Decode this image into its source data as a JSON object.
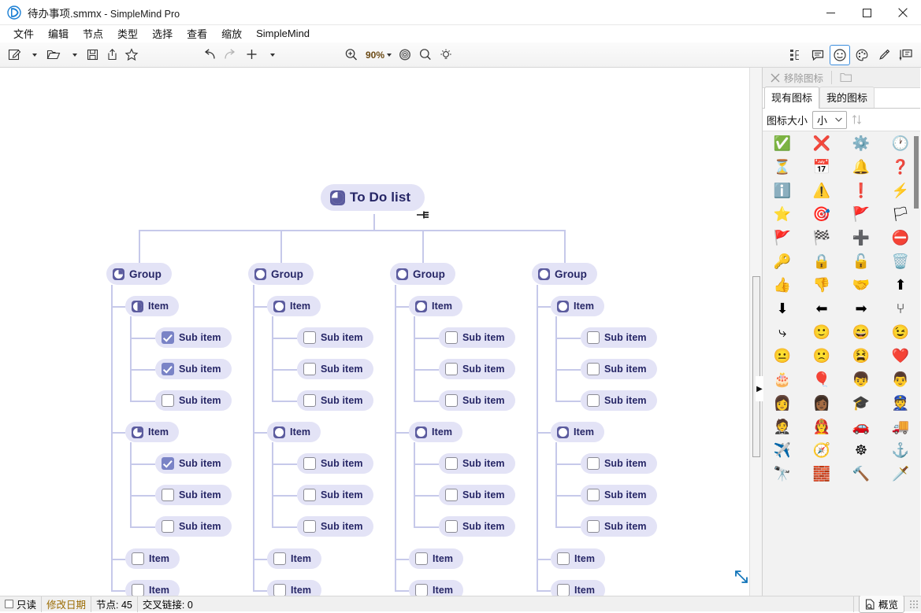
{
  "window": {
    "title_file": "待办事项.smmx",
    "title_sep": " - ",
    "title_app": "SimpleMind Pro",
    "app_icon": "simplemind-logo-icon",
    "minimize": "–",
    "maximize": "□",
    "close": "✕"
  },
  "menubar": {
    "items": [
      {
        "label": "文件",
        "name": "menu-file"
      },
      {
        "label": "编辑",
        "name": "menu-edit"
      },
      {
        "label": "节点",
        "name": "menu-node"
      },
      {
        "label": "类型",
        "name": "menu-type"
      },
      {
        "label": "选择",
        "name": "menu-select"
      },
      {
        "label": "查看",
        "name": "menu-view"
      },
      {
        "label": "缩放",
        "name": "menu-zoom"
      },
      {
        "label": "SimpleMind",
        "name": "menu-simplemind"
      }
    ]
  },
  "toolbar": {
    "zoom_level": "90%",
    "left_tools": [
      {
        "name": "new-document-icon",
        "glyph": "✎"
      },
      {
        "name": "open-folder-icon",
        "glyph": "🗁"
      },
      {
        "name": "save-icon",
        "glyph": "🖫"
      },
      {
        "name": "export-share-icon",
        "glyph": "⭱"
      },
      {
        "name": "favorite-star-icon",
        "glyph": "☆"
      },
      {
        "name": "undo-icon",
        "glyph": "↶"
      },
      {
        "name": "redo-icon",
        "glyph": "↷"
      },
      {
        "name": "add-node-icon",
        "glyph": "✛"
      }
    ],
    "zoom_tools": [
      {
        "name": "zoom-in-icon",
        "glyph": "⌕"
      },
      {
        "name": "zoom-fit-target-icon",
        "glyph": "◎"
      },
      {
        "name": "search-icon",
        "glyph": "⌕"
      },
      {
        "name": "highlight-idea-icon",
        "glyph": "💡"
      }
    ],
    "right_tools": [
      {
        "name": "outline-view-icon",
        "glyph": "⌸"
      },
      {
        "name": "note-icon",
        "glyph": "🗨"
      },
      {
        "name": "icons-panel-icon",
        "glyph": "☺",
        "selected": true
      },
      {
        "name": "palette-icon",
        "glyph": "🎨"
      },
      {
        "name": "style-brush-icon",
        "glyph": "✐"
      },
      {
        "name": "presentation-icon",
        "glyph": "🖳"
      }
    ]
  },
  "panel": {
    "remove_icon_label": "移除图标",
    "folder_icon": "folder-icon",
    "tabs": [
      {
        "label": "现有图标",
        "name": "tab-existing-icons",
        "active": true
      },
      {
        "label": "我的图标",
        "name": "tab-my-icons",
        "active": false
      }
    ],
    "size_label": "图标大小",
    "size_value": "小",
    "sort_icon": "sort-arrows-icon",
    "icons": [
      {
        "name": "check-circle-icon",
        "glyph": "✅"
      },
      {
        "name": "cross-mark-icon",
        "glyph": "❌"
      },
      {
        "name": "gear-icon",
        "glyph": "⚙️"
      },
      {
        "name": "clock-icon",
        "glyph": "🕐"
      },
      {
        "name": "hourglass-icon",
        "glyph": "⏳"
      },
      {
        "name": "calendar-icon",
        "glyph": "📅"
      },
      {
        "name": "bell-icon",
        "glyph": "🔔"
      },
      {
        "name": "question-mark-icon",
        "glyph": "❓"
      },
      {
        "name": "info-icon",
        "glyph": "ℹ️"
      },
      {
        "name": "warning-triangle-icon",
        "glyph": "⚠️"
      },
      {
        "name": "exclamation-diamond-icon",
        "glyph": "❗"
      },
      {
        "name": "lightning-bolt-icon",
        "glyph": "⚡"
      },
      {
        "name": "star-icon",
        "glyph": "⭐"
      },
      {
        "name": "target-dart-icon",
        "glyph": "🎯"
      },
      {
        "name": "green-flag-icon",
        "glyph": "🚩"
      },
      {
        "name": "orange-flag-icon",
        "glyph": "🏳"
      },
      {
        "name": "red-flag-icon",
        "glyph": "🚩"
      },
      {
        "name": "checkered-flag-icon",
        "glyph": "🏁"
      },
      {
        "name": "plus-circle-icon",
        "glyph": "➕"
      },
      {
        "name": "minus-circle-icon",
        "glyph": "⛔"
      },
      {
        "name": "key-icon",
        "glyph": "🔑"
      },
      {
        "name": "lock-closed-icon",
        "glyph": "🔒"
      },
      {
        "name": "lock-open-icon",
        "glyph": "🔓"
      },
      {
        "name": "trash-bin-icon",
        "glyph": "🗑️"
      },
      {
        "name": "thumbs-up-icon",
        "glyph": "👍"
      },
      {
        "name": "thumbs-down-icon",
        "glyph": "👎"
      },
      {
        "name": "handshake-icon",
        "glyph": "🤝"
      },
      {
        "name": "arrow-up-circle-icon",
        "glyph": "⬆"
      },
      {
        "name": "arrow-down-circle-icon",
        "glyph": "⬇"
      },
      {
        "name": "arrow-left-circle-icon",
        "glyph": "⬅"
      },
      {
        "name": "arrow-right-circle-icon",
        "glyph": "➡"
      },
      {
        "name": "split-arrows-icon",
        "glyph": "⑂"
      },
      {
        "name": "merge-arrow-icon",
        "glyph": "⤷"
      },
      {
        "name": "smiley-smile-icon",
        "glyph": "🙂"
      },
      {
        "name": "smiley-grin-icon",
        "glyph": "😄"
      },
      {
        "name": "smiley-wink-icon",
        "glyph": "😉"
      },
      {
        "name": "smiley-neutral-icon",
        "glyph": "😐"
      },
      {
        "name": "smiley-frown-icon",
        "glyph": "🙁"
      },
      {
        "name": "smiley-weary-icon",
        "glyph": "😫"
      },
      {
        "name": "heart-icon",
        "glyph": "❤️"
      },
      {
        "name": "birthday-cake-icon",
        "glyph": "🎂"
      },
      {
        "name": "balloon-icon",
        "glyph": "🎈"
      },
      {
        "name": "person-boy-icon",
        "glyph": "👦"
      },
      {
        "name": "person-man-icon",
        "glyph": "👨"
      },
      {
        "name": "person-woman-red-icon",
        "glyph": "👩"
      },
      {
        "name": "person-woman-icon",
        "glyph": "👩🏾"
      },
      {
        "name": "graduation-cap-icon",
        "glyph": "🎓"
      },
      {
        "name": "police-officer-icon",
        "glyph": "👮"
      },
      {
        "name": "businessman-icon",
        "glyph": "🤵"
      },
      {
        "name": "firefighter-icon",
        "glyph": "👩‍🚒"
      },
      {
        "name": "car-icon",
        "glyph": "🚗"
      },
      {
        "name": "truck-icon",
        "glyph": "🚚"
      },
      {
        "name": "airplane-icon",
        "glyph": "✈️"
      },
      {
        "name": "compass-icon",
        "glyph": "🧭"
      },
      {
        "name": "ship-wheel-icon",
        "glyph": "☸"
      },
      {
        "name": "anchor-icon",
        "glyph": "⚓"
      },
      {
        "name": "binoculars-icon",
        "glyph": "🔭"
      },
      {
        "name": "brick-wall-icon",
        "glyph": "🧱"
      },
      {
        "name": "hammer-icon",
        "glyph": "🔨"
      },
      {
        "name": "sword-icon",
        "glyph": "🗡️"
      }
    ]
  },
  "mindmap": {
    "root": {
      "label": "To Do list",
      "progress": 75
    },
    "groups": [
      {
        "label": "Group",
        "progress": 25,
        "items": [
          {
            "label": "Item",
            "progress": 50,
            "subs": [
              {
                "label": "Sub item",
                "checked": true
              },
              {
                "label": "Sub item",
                "checked": true
              },
              {
                "label": "Sub item",
                "checked": false
              }
            ]
          },
          {
            "label": "Item",
            "progress": 25,
            "subs": [
              {
                "label": "Sub item",
                "checked": true
              },
              {
                "label": "Sub item",
                "checked": false
              },
              {
                "label": "Sub item",
                "checked": false
              }
            ]
          },
          {
            "label": "Item",
            "checkbox": false,
            "subs": []
          },
          {
            "label": "Item",
            "checkbox": false,
            "subs": []
          }
        ]
      },
      {
        "label": "Group",
        "progress": 0,
        "items": [
          {
            "label": "Item",
            "progress": 0,
            "subs": [
              {
                "label": "Sub item",
                "checked": false
              },
              {
                "label": "Sub item",
                "checked": false
              },
              {
                "label": "Sub item",
                "checked": false
              }
            ]
          },
          {
            "label": "Item",
            "progress": 0,
            "subs": [
              {
                "label": "Sub item",
                "checked": false
              },
              {
                "label": "Sub item",
                "checked": false
              },
              {
                "label": "Sub item",
                "checked": false
              }
            ]
          },
          {
            "label": "Item",
            "checkbox": false,
            "subs": []
          },
          {
            "label": "Item",
            "checkbox": false,
            "subs": []
          }
        ]
      },
      {
        "label": "Group",
        "progress": 0,
        "items": [
          {
            "label": "Item",
            "progress": 0,
            "subs": [
              {
                "label": "Sub item",
                "checked": false
              },
              {
                "label": "Sub item",
                "checked": false
              },
              {
                "label": "Sub item",
                "checked": false
              }
            ]
          },
          {
            "label": "Item",
            "progress": 0,
            "subs": [
              {
                "label": "Sub item",
                "checked": false
              },
              {
                "label": "Sub item",
                "checked": false
              },
              {
                "label": "Sub item",
                "checked": false
              }
            ]
          },
          {
            "label": "Item",
            "checkbox": false,
            "subs": []
          },
          {
            "label": "Item",
            "checkbox": false,
            "subs": []
          }
        ]
      },
      {
        "label": "Group",
        "progress": 0,
        "items": [
          {
            "label": "Item",
            "progress": 0,
            "subs": [
              {
                "label": "Sub item",
                "checked": false
              },
              {
                "label": "Sub item",
                "checked": false
              },
              {
                "label": "Sub item",
                "checked": false
              }
            ]
          },
          {
            "label": "Item",
            "progress": 0,
            "subs": [
              {
                "label": "Sub item",
                "checked": false
              },
              {
                "label": "Sub item",
                "checked": false
              },
              {
                "label": "Sub item",
                "checked": false
              }
            ]
          },
          {
            "label": "Item",
            "checkbox": false,
            "subs": []
          },
          {
            "label": "Item",
            "checkbox": false,
            "subs": []
          }
        ]
      }
    ]
  },
  "statusbar": {
    "readonly_label": "只读",
    "modified_label": "修改日期",
    "nodes_label": "节点: 45",
    "crosslinks_label": "交叉链接: 0",
    "overview_label": "概览",
    "overview_icon": "page-search-icon"
  },
  "colors": {
    "node_fill": "#e3e3f6",
    "node_text": "#262666",
    "connector": "#c6c9ea",
    "checkbox_checked": "#7a83c6",
    "accent_selected": "#3e8ede"
  }
}
